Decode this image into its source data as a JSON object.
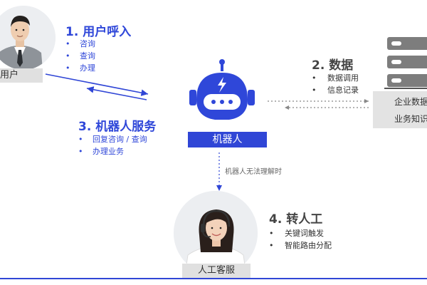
{
  "user": {
    "label": "用户"
  },
  "step1": {
    "title": "1. 用户呼入",
    "items": [
      "咨询",
      "查询",
      "办理"
    ]
  },
  "step2": {
    "title": "2. 数据",
    "items": [
      "数据调用",
      "信息记录"
    ]
  },
  "step3": {
    "title": "3. 机器人服务",
    "items": [
      "回复咨询 / 查询",
      "办理业务"
    ]
  },
  "step4": {
    "title": "4. 转人工",
    "items": [
      "关键词触发",
      "智能路由分配"
    ]
  },
  "robot": {
    "label": "机器人"
  },
  "server": {
    "line1": "企业数据",
    "line2": "业务知识"
  },
  "fallback": {
    "label": "机器人无法理解时"
  },
  "agent": {
    "label": "人工客服"
  },
  "colors": {
    "accent": "#3046d6",
    "title_blue": "#2f47d9",
    "label_gray": "#e0e0e0"
  },
  "icons": {
    "robot": "robot-head-icon",
    "server": "server-rack-icon",
    "user": "businessman-avatar",
    "agent": "headset-agent-avatar"
  }
}
